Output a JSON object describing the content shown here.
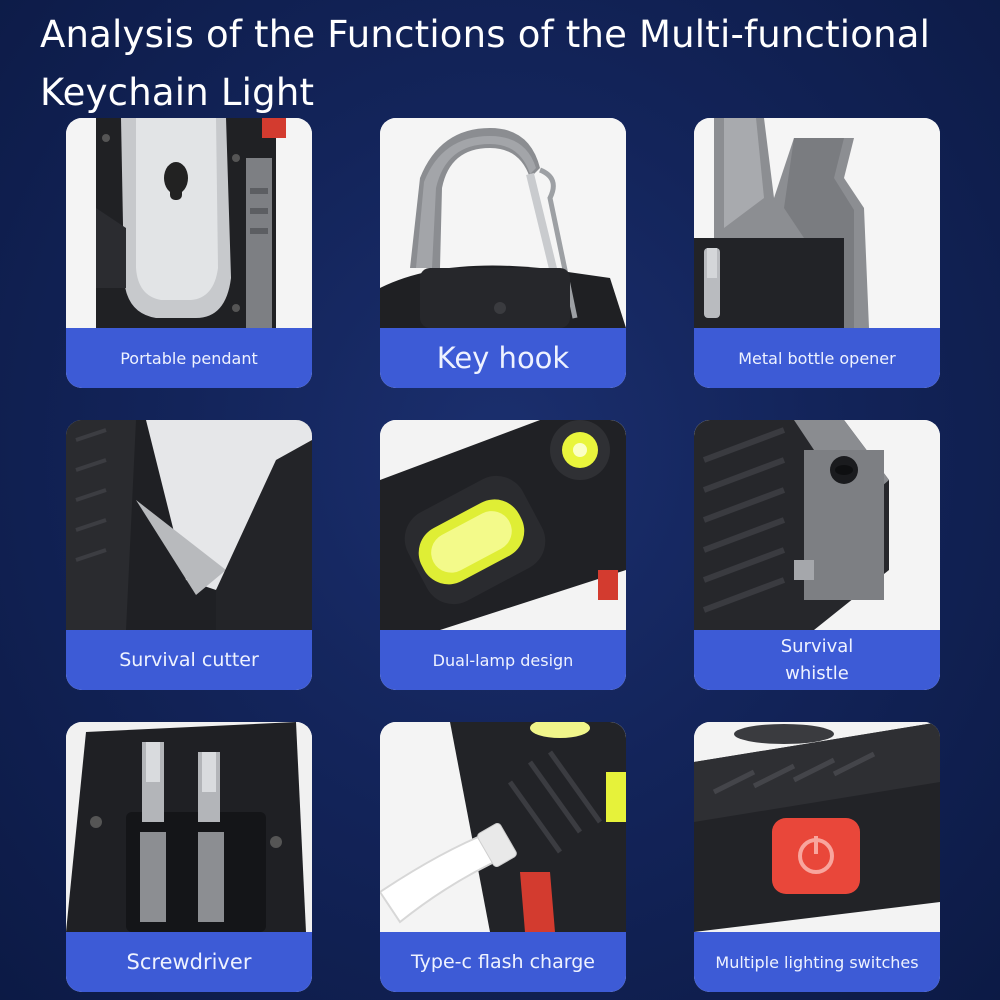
{
  "title": "Analysis of the Functions of the Multi-functional Keychain Light",
  "features": [
    {
      "label": "Portable pendant",
      "icon": "belt-clip-icon"
    },
    {
      "label": "Key hook",
      "icon": "carabiner-hook-icon"
    },
    {
      "label": "Metal bottle opener",
      "icon": "bottle-opener-icon"
    },
    {
      "label": "Survival cutter",
      "icon": "cutter-blade-icon"
    },
    {
      "label": "Dual-lamp design",
      "icon": "cob-lamp-icon"
    },
    {
      "label": "Survival whistle",
      "icon": "whistle-icon"
    },
    {
      "label": "Screwdriver",
      "icon": "screwdriver-bits-icon"
    },
    {
      "label": "Type-c flash charge",
      "icon": "usb-c-cable-icon"
    },
    {
      "label": "Multiple lighting switches",
      "icon": "power-button-icon"
    }
  ],
  "colors": {
    "background": "#13245a",
    "label_bar": "#3d5bd6",
    "body_plastic": "#1e1f22",
    "lamp_yellow": "#e6f23a",
    "switch_red": "#e9473a"
  }
}
